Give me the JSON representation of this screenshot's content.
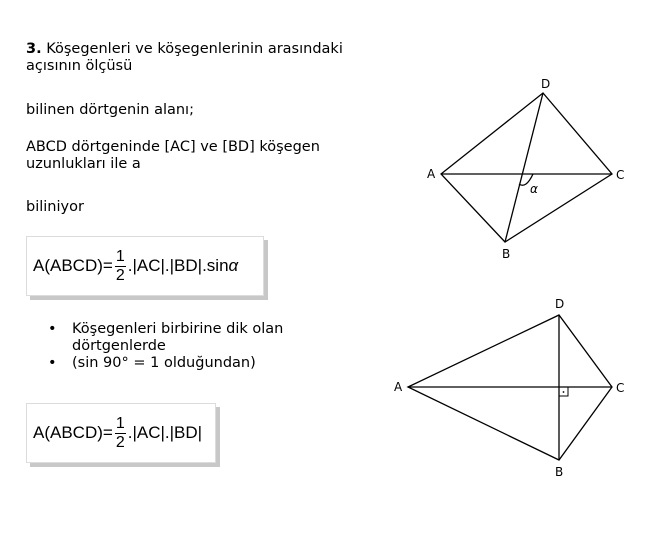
{
  "heading": {
    "number": "3.",
    "text": " Köşegenleri ve köşegenlerinin arasındaki açısının ölçüsü"
  },
  "line2": "bilinen dörtgenin alanı;",
  "line3": "ABCD dörtgeninde [AC] ve [BD] köşegen uzunlukları ile a",
  "line4": "biliniyor",
  "formula1": {
    "lhs": "A(ABCD)=",
    "num": "1",
    "den": "2",
    "rhs": ".|AC|.|BD|.sin",
    "alpha": "α"
  },
  "bullets": [
    "Köşegenleri birbirine dik olan dörtgenlerde",
    "(sin 90° = 1 olduğundan)"
  ],
  "formula2": {
    "lhs": "A(ABCD)=",
    "num": "1",
    "den": "2",
    "rhs": ".|AC|.|BD|"
  },
  "diagram1": {
    "A": "A",
    "B": "B",
    "C": "C",
    "D": "D",
    "angle": "α"
  },
  "diagram2": {
    "A": "A",
    "B": "B",
    "C": "C",
    "D": "D"
  }
}
